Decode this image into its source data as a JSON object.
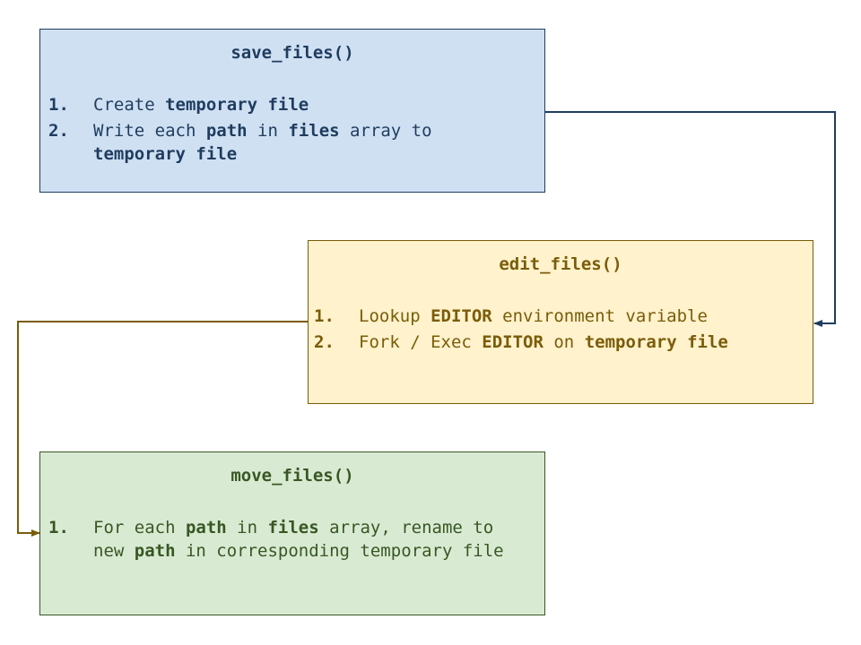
{
  "colors": {
    "save_fill": "#cfe0f3",
    "save_stroke": "#1f3c5e",
    "edit_fill": "#fff2cc",
    "edit_stroke": "#7a5c09",
    "move_fill": "#d9ead3",
    "move_stroke": "#385723"
  },
  "save_files": {
    "title": "save_files()",
    "steps": [
      {
        "num": "1.",
        "parts": [
          {
            "t": "Create ",
            "b": false
          },
          {
            "t": "temporary file",
            "b": true
          }
        ]
      },
      {
        "num": "2.",
        "parts": [
          {
            "t": "Write each ",
            "b": false
          },
          {
            "t": "path",
            "b": true
          },
          {
            "t": " in ",
            "b": false
          },
          {
            "t": "files",
            "b": true
          },
          {
            "t": " array to ",
            "b": false
          },
          {
            "t": "temporary file",
            "b": true
          }
        ]
      }
    ]
  },
  "edit_files": {
    "title": "edit_files()",
    "steps": [
      {
        "num": "1.",
        "parts": [
          {
            "t": "Lookup ",
            "b": false
          },
          {
            "t": "EDITOR",
            "b": true
          },
          {
            "t": " environment variable",
            "b": false
          }
        ]
      },
      {
        "num": "2.",
        "parts": [
          {
            "t": "Fork / Exec ",
            "b": false
          },
          {
            "t": "EDITOR",
            "b": true
          },
          {
            "t": " on ",
            "b": false
          },
          {
            "t": "temporary file",
            "b": true
          }
        ]
      }
    ]
  },
  "move_files": {
    "title": "move_files()",
    "steps": [
      {
        "num": "1.",
        "parts": [
          {
            "t": "For each ",
            "b": false
          },
          {
            "t": "path",
            "b": true
          },
          {
            "t": " in ",
            "b": false
          },
          {
            "t": "files",
            "b": true
          },
          {
            "t": " array, rename to new ",
            "b": false
          },
          {
            "t": "path",
            "b": true
          },
          {
            "t": " in corresponding temporary file",
            "b": false
          }
        ]
      }
    ]
  }
}
